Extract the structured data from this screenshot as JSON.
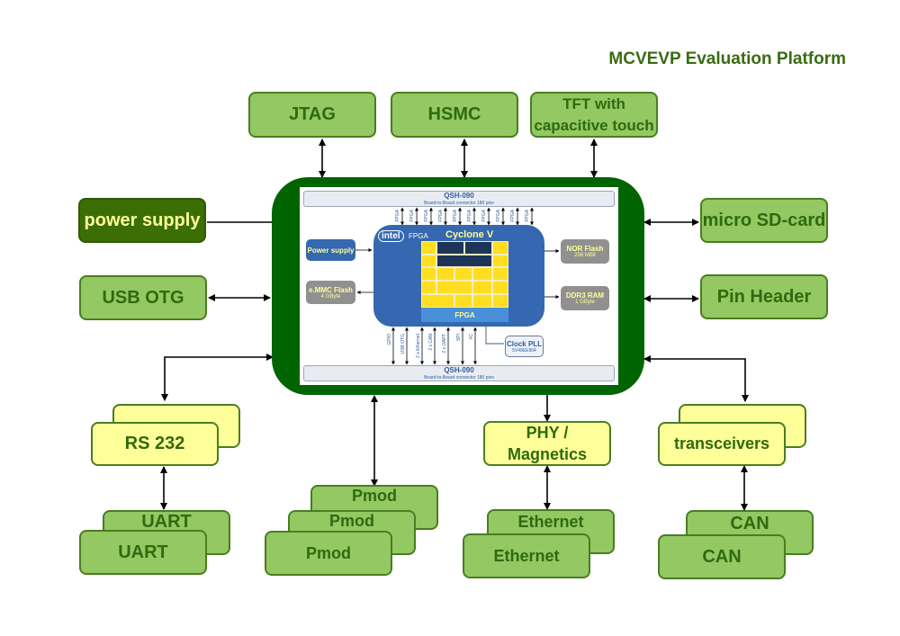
{
  "title": "MCVEVP Evaluation Platform",
  "top_peripherals": [
    {
      "label": "JTAG"
    },
    {
      "label": "HSMC"
    },
    {
      "label_line1": "TFT with",
      "label_line2": "capacitive touch"
    }
  ],
  "left_peripherals": {
    "power_supply": "power supply",
    "usb_otg": "USB OTG"
  },
  "right_peripherals": {
    "micro_sd": "micro SD-card",
    "pin_header": "Pin Header"
  },
  "bottom_chains": {
    "rs232": {
      "transceiver": "RS 232",
      "connectors": [
        "UART",
        "UART"
      ]
    },
    "pmod": {
      "connectors": [
        "Pmod",
        "Pmod",
        "Pmod"
      ]
    },
    "ethernet": {
      "transceiver_line1": "PHY /",
      "transceiver_line2": "Magnetics",
      "connectors": [
        "Ethernet",
        "Ethernet"
      ]
    },
    "can": {
      "transceiver": "transceivers",
      "connectors": [
        "CAN",
        "CAN"
      ]
    }
  },
  "module": {
    "top_connector": {
      "name": "QSH-090",
      "desc": "Board-to-Board connector 180 pins"
    },
    "bottom_connector": {
      "name": "QSH-090",
      "desc": "Board-to-Board connector 180 pins"
    },
    "top_bus_labels": [
      "FPGA",
      "FPGA",
      "FPGA",
      "FPGA",
      "FPGA",
      "FPGA",
      "FPGA",
      "FPGA",
      "FPGA",
      "FPGA"
    ],
    "bottom_bus_labels": [
      "GPIO",
      "USB OTG",
      "2 x Ethernet",
      "2 x CAN",
      "2 x UART",
      "SPI",
      "I²C"
    ],
    "power_supply": "Power supply",
    "emmc": {
      "name": "e.MMC Flash",
      "size": "4 GByte"
    },
    "nor": {
      "name": "NOR Flash",
      "size": "256 MBit"
    },
    "ddr3": {
      "name": "DDR3 RAM",
      "size": "1 GByte"
    },
    "clock": {
      "name": "Clock PLL",
      "part": "5V49EE904"
    },
    "fpga_brand": "intel",
    "fpga_brand_sub": "FPGA",
    "fpga_family": "Cyclone V",
    "fpga_fabric": "FPGA"
  },
  "colors": {
    "board_green": "#006400",
    "peripheral_green": "#93c862",
    "transceiver_yellow": "#ffff99",
    "text_green": "#2f6a10",
    "fpga_blue": "#3568b0",
    "hps_yellow": "#ffde21"
  }
}
